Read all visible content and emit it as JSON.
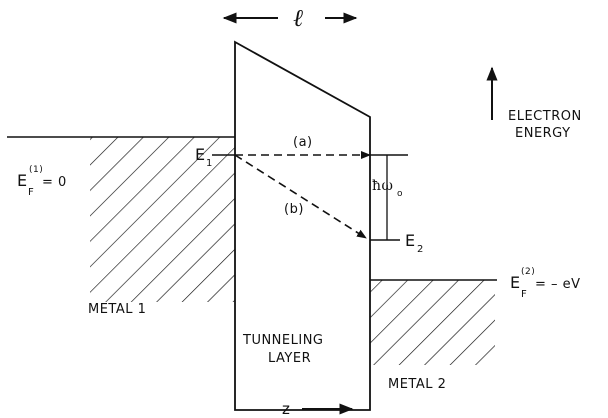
{
  "labels": {
    "barrier_width": "ℓ",
    "electron_energy_line1": "ELECTRON",
    "electron_energy_line2": "ENERGY",
    "ef1_main": "E",
    "ef1_sub": "F",
    "ef1_sup": "(1)",
    "ef1_value": "= 0",
    "e1_main": "E",
    "e1_sub": "1",
    "path_a": "(a)",
    "path_b": "(b)",
    "hbar_omega": "ħω",
    "hbar_omega_sub": "o",
    "e2_main": "E",
    "e2_sub": "2",
    "ef2_main": "E",
    "ef2_sub": "F",
    "ef2_sup": "(2)",
    "ef2_value": "= – eV",
    "metal1": "METAL 1",
    "tunneling_line1": "TUNNELING",
    "tunneling_line2": "LAYER",
    "metal2": "METAL 2",
    "z_axis": "z"
  }
}
